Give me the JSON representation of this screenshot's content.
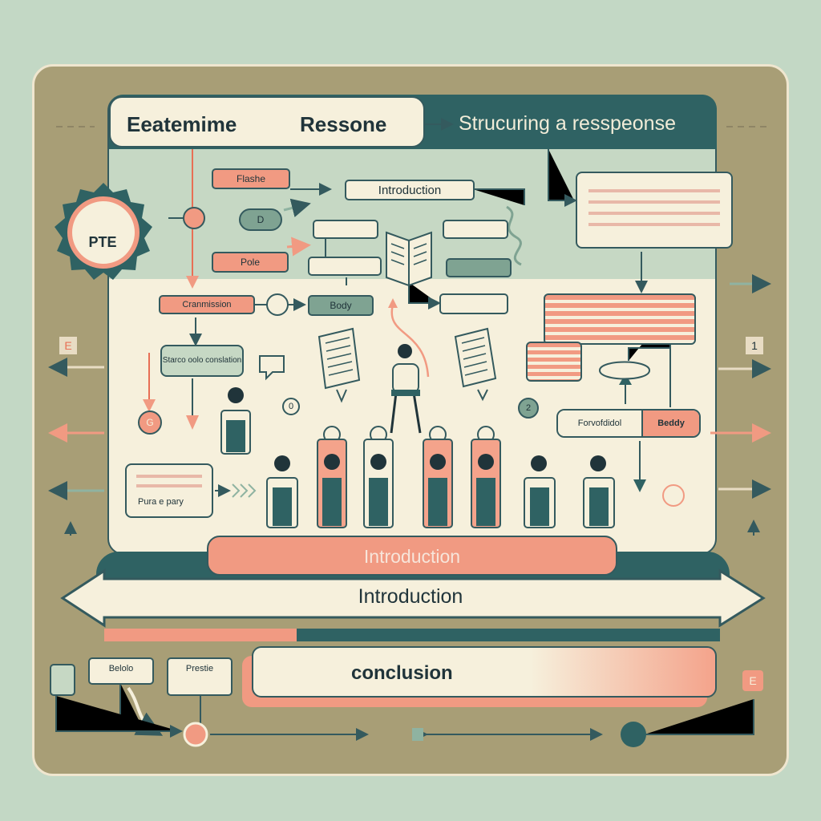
{
  "title": {
    "word1": "Eeatemime",
    "word2": "Ressone",
    "subtitle": "Strucuring a resspeonse"
  },
  "badge": {
    "text": "PTE"
  },
  "boxes": {
    "flowchart_top": "Flashe",
    "d_circle": "D",
    "pole": "Pole",
    "introduction_top": "Introduction",
    "conclusion_small": "Cranmission",
    "body_small": "Body",
    "stage_note": "Starco oolo conslation",
    "reply_note": "Pura e pary",
    "forward_body_left": "Forvofdidol",
    "forward_body_right": "Beddy",
    "bottom_left": "Belolo",
    "bottom_mid": "Prestie"
  },
  "side_labels": {
    "left_e": "E",
    "right_1": "1",
    "bottom_right_e": "E",
    "marker_0": "0",
    "marker_2": "2",
    "marker_g": "G"
  },
  "bands": {
    "intro_pill": "Introduction",
    "intro_arrow": "Introduction",
    "conclusion": "conclusion"
  },
  "colors": {
    "background": "#c3d8c5",
    "frame": "#a89e76",
    "teal": "#2f6263",
    "salmon": "#f19a82",
    "cream": "#f6f0dc"
  }
}
